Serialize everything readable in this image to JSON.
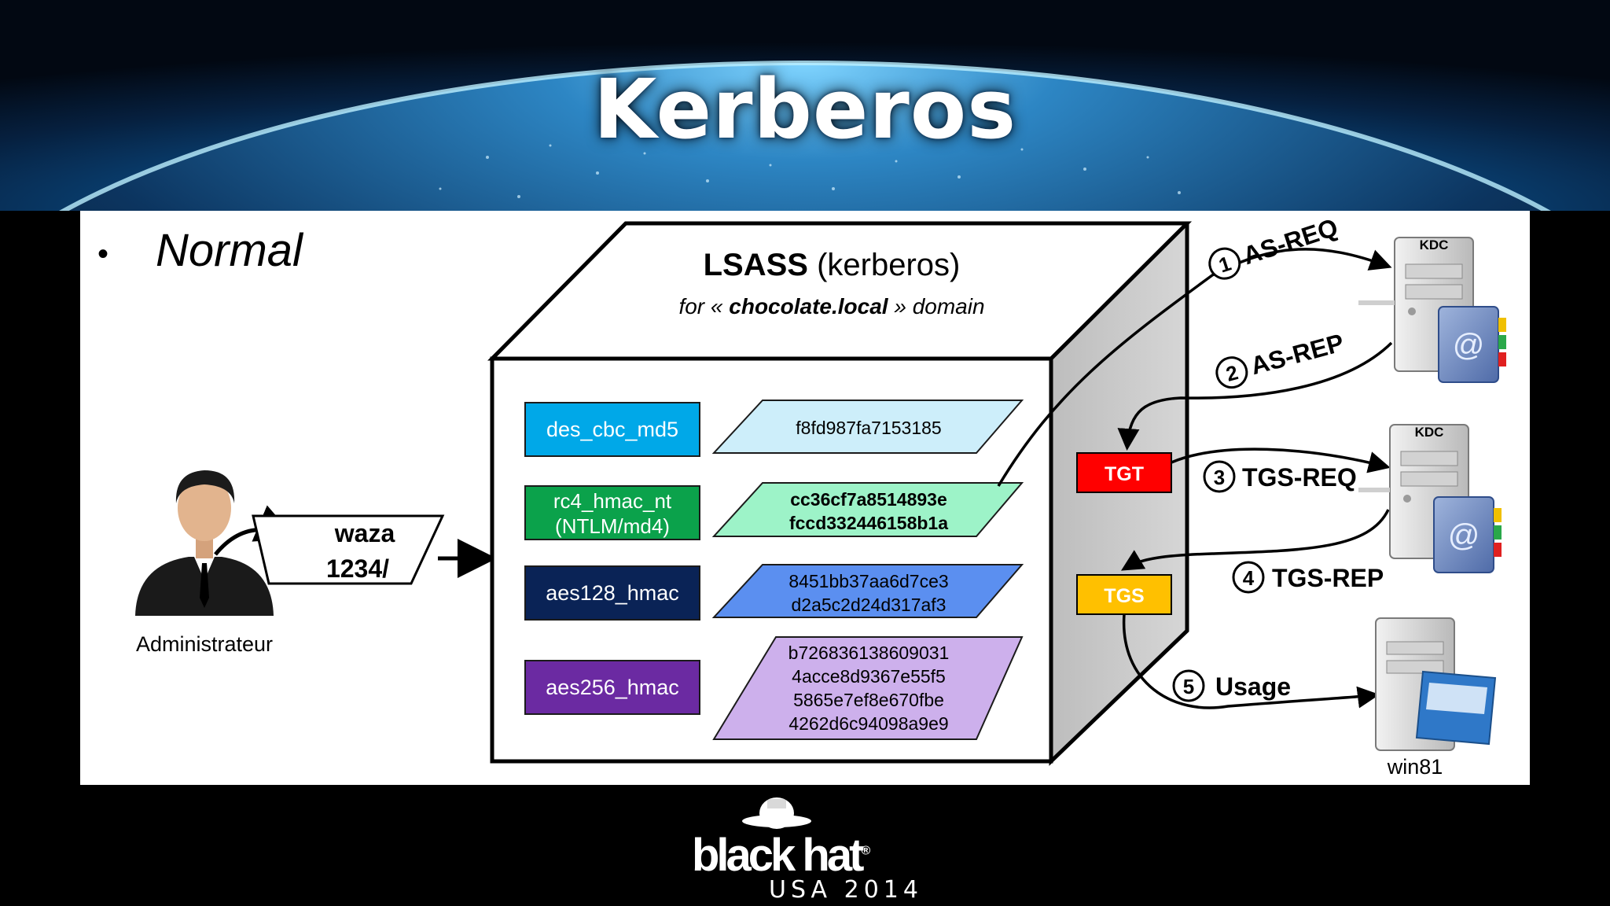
{
  "slide_title": "Kerberos",
  "bullet": {
    "marker": "•",
    "text": "Normal"
  },
  "user": {
    "label": "Administrateur",
    "password_line1": "waza",
    "password_line2": "1234/"
  },
  "lsass": {
    "title_bold": "LSASS",
    "title_rest": " (kerberos)",
    "subtitle_pre": "for « ",
    "subtitle_domain": "chocolate.local",
    "subtitle_post": " » domain"
  },
  "keys": [
    {
      "name": "des_cbc_md5",
      "name_line2": "",
      "hash": [
        "f8fd987fa7153185"
      ],
      "color": "#00a8e8",
      "hash_color": "#cdeefa"
    },
    {
      "name": "rc4_hmac_nt",
      "name_line2": "(NTLM/md4)",
      "hash": [
        "cc36cf7a8514893e",
        "fccd332446158b1a"
      ],
      "color": "#0ba24b",
      "hash_color": "#9df3c8"
    },
    {
      "name": "aes128_hmac",
      "name_line2": "",
      "hash": [
        "8451bb37aa6d7ce3",
        "d2a5c2d24d317af3"
      ],
      "color": "#0a2356",
      "hash_color": "#5b8ff0"
    },
    {
      "name": "aes256_hmac",
      "name_line2": "",
      "hash": [
        "b726836138609031",
        "4acce8d9367e55f5",
        "5865e7ef8e670fbe",
        "4262d6c94098a9e9"
      ],
      "color": "#6b2aa2",
      "hash_color": "#cdb0ec"
    }
  ],
  "tickets": {
    "tgt": "TGT",
    "tgs": "TGS",
    "tgt_color": "#ff0000",
    "tgs_color": "#ffc000"
  },
  "steps": [
    {
      "num": "1",
      "label": "AS-REQ"
    },
    {
      "num": "2",
      "label": "AS-REP"
    },
    {
      "num": "3",
      "label": "TGS-REQ"
    },
    {
      "num": "4",
      "label": "TGS-REP"
    },
    {
      "num": "5",
      "label": "Usage"
    }
  ],
  "servers": {
    "kdc1": "KDC",
    "kdc2": "KDC",
    "target": "win81"
  },
  "footer": {
    "brand": "black hat",
    "event": "USA 2014",
    "registered": "®"
  }
}
